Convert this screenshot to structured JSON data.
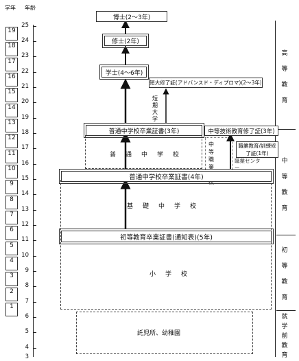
{
  "header": {
    "grade_label": "学年",
    "age_label": "年齢"
  },
  "grades": [
    "19",
    "18",
    "17",
    "16",
    "15",
    "14",
    "13",
    "12",
    "11",
    "10",
    "9",
    "8",
    "7",
    "6",
    "5",
    "4",
    "3",
    "2",
    "1"
  ],
  "ages": [
    "25",
    "24",
    "23",
    "22",
    "21",
    "20",
    "19",
    "18",
    "17",
    "16",
    "15",
    "14",
    "13",
    "12",
    "11",
    "10",
    "9",
    "8",
    "7",
    "6",
    "5",
    "4",
    "3"
  ],
  "boxes": {
    "doctor": "博士(2〜3年)",
    "master": "修士(2年)",
    "bachelor": "学士(4〜6年)",
    "junior_college_cert": "短大修了証(アドバンスド・ディプロマ)(2〜3年)",
    "junior_college": "短期大学",
    "upper_secondary_cert": "普通中学校卒業証書(3年)",
    "technical_cert": "中等技術教育修了証(3年)",
    "vocational_cert": "職業教育/訓練修了証(1年)",
    "lower_secondary_cert": "普通中学校卒業証書(4年)",
    "primary_cert": "初等教育卒業証書(通知表)(5年)"
  },
  "schools": {
    "upper_secondary": "普通中学校",
    "secondary_vocational": "中等職業学校",
    "vocational_center": "職業センター",
    "basic_secondary": "基礎中学校",
    "primary": "小学校",
    "preschool": "託児所、幼稚園"
  },
  "stages": {
    "higher": "高等教育",
    "secondary": "中等教育",
    "primary": "初等教育",
    "preschool": "就学前教育"
  }
}
